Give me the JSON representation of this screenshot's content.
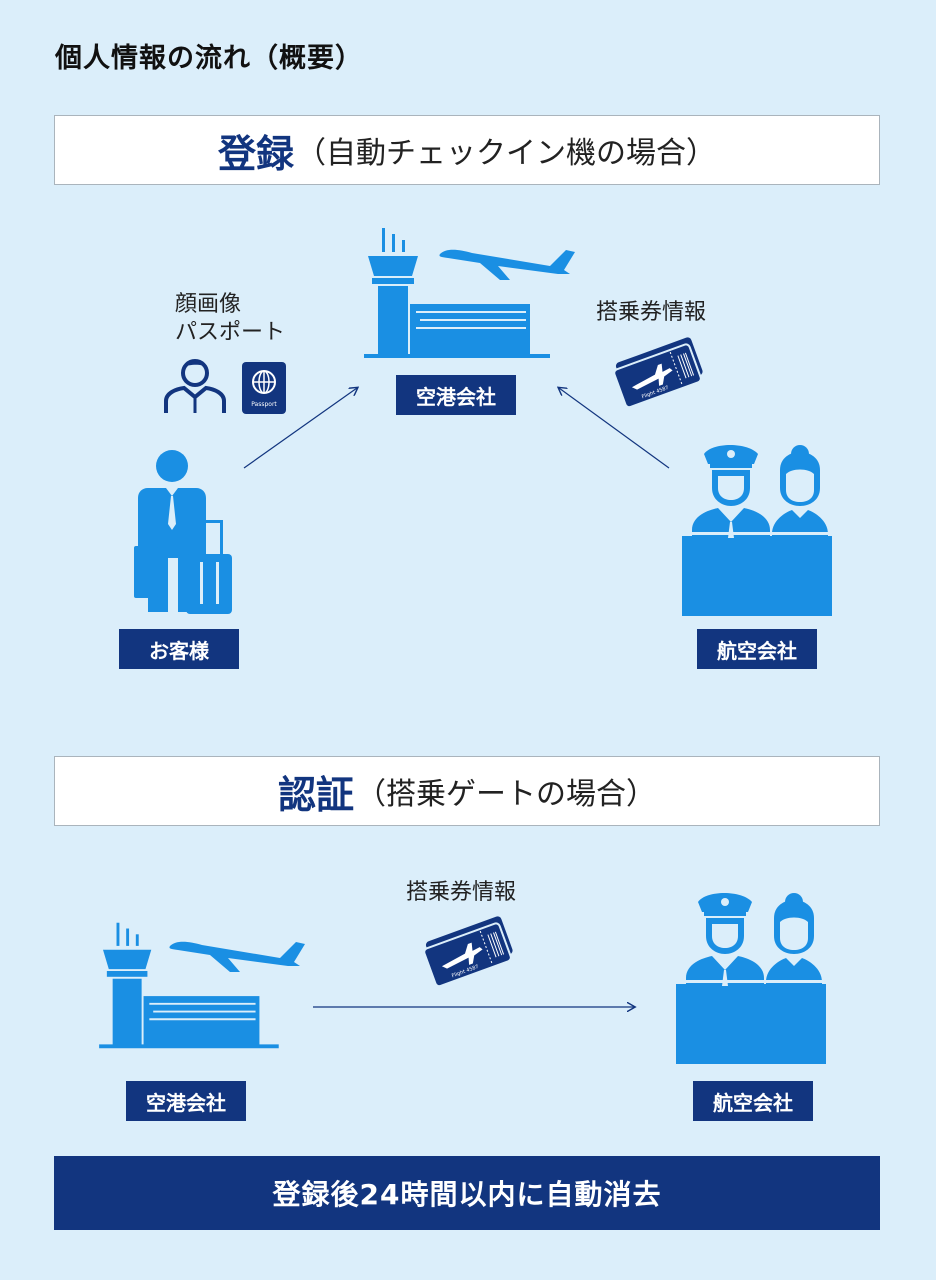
{
  "page_title": "個人情報の流れ（概要）",
  "registration": {
    "title_main": "登録",
    "title_sub": "（自動チェックイン機の場合）",
    "caption_customer_data_1": "顔画像",
    "caption_customer_data_2": "パスポート",
    "caption_boarding_info": "搭乗券情報",
    "label_airport": "空港会社",
    "label_customer": "お客様",
    "label_airline": "航空会社"
  },
  "authentication": {
    "title_main": "認証",
    "title_sub": "（搭乗ゲートの場合）",
    "caption_boarding_info": "搭乗券情報",
    "label_airport": "空港会社",
    "label_airline": "航空会社"
  },
  "bottom_notice": "登録後24時間以内に自動消去",
  "icons": {
    "tower": "airport-tower-icon",
    "plane": "airplane-icon",
    "person": "person-icon",
    "passport": "passport-icon",
    "ticket": "boarding-pass-icon",
    "traveler": "traveler-with-luggage-icon",
    "crew": "airline-crew-at-counter-icon"
  },
  "passport_text": "Passport",
  "ticket_text": "Flight 4587",
  "colors": {
    "background": "#dbeefa",
    "navy": "#12357f",
    "icon_blue": "#1a8fe3"
  }
}
